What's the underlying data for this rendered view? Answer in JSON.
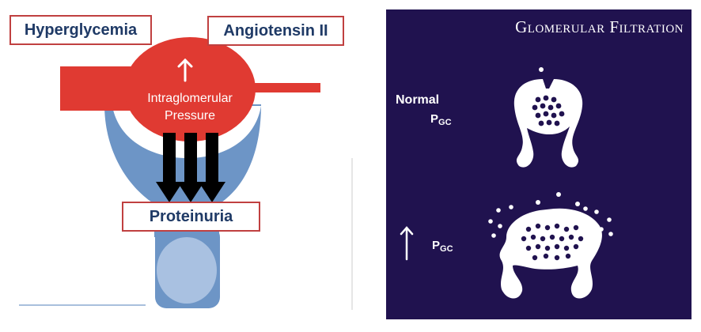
{
  "left_diagram": {
    "hyperglycemia_label": "Hyperglycemia",
    "angiotensin_label": "Angiotensin II",
    "pressure_line1": "Intraglomerular",
    "pressure_line2": "Pressure",
    "up_arrow_glyph": "↑",
    "proteinuria_label": "Proteinuria",
    "colors": {
      "afferent_red": "#e03a32",
      "capsule_blue": "#6d95c6",
      "box_border": "#c04040",
      "label_navy": "#1f3a66",
      "arrow_black": "#000000"
    }
  },
  "right_slide": {
    "title": "Glomerular Filtration",
    "normal_label": "Normal",
    "pgc_label_main": "P",
    "pgc_label_sub": "GC",
    "increased_glyph": "↑",
    "colors": {
      "background": "#20124f",
      "illustration": "#ffffff"
    }
  }
}
